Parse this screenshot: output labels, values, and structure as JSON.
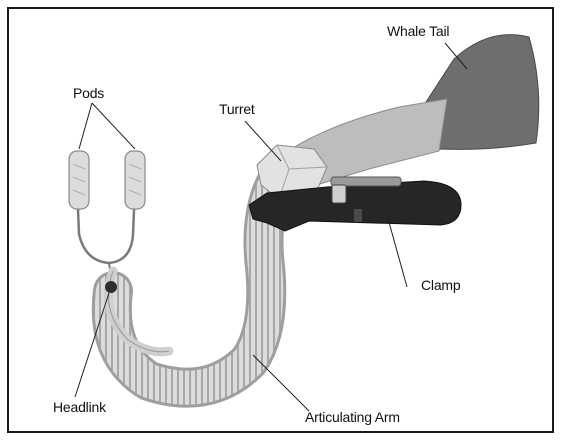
{
  "labels": {
    "whale_tail": "Whale Tail",
    "pods": "Pods",
    "turret": "Turret",
    "clamp": "Clamp",
    "headlink": "Headlink",
    "articulating_arm": "Articulating Arm"
  },
  "colors": {
    "frame": "#1a1a1a",
    "tail": "#6e6e6e",
    "arm_fill": "#d7d7d7",
    "arm_ring": "#a9a9a9",
    "clamp_body": "#262626",
    "leader_line": "#222222",
    "text": "#111111"
  }
}
